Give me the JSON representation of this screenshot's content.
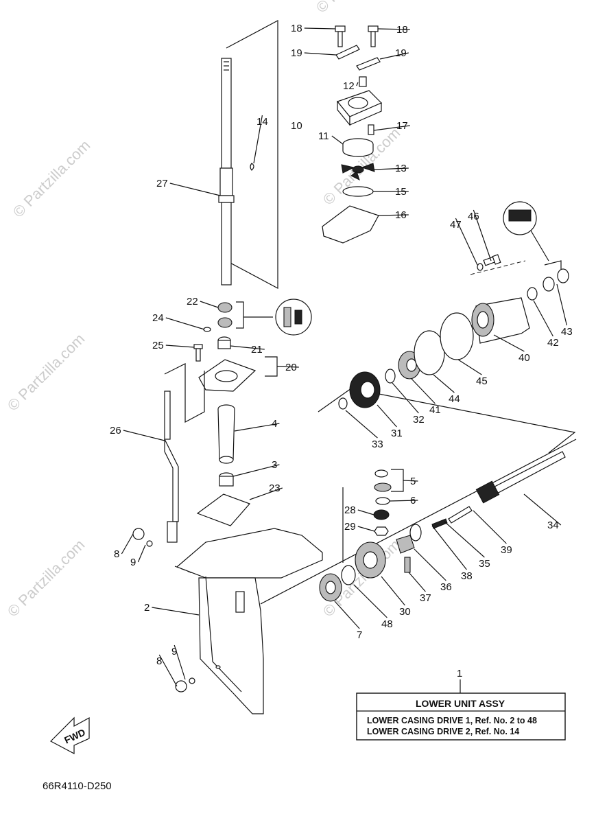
{
  "watermark": "© Partzilla.com",
  "diagram_code": "66R4110-D250",
  "fwd_label": "FWD",
  "legend": {
    "ref_number": "1",
    "title": "LOWER UNIT ASSY",
    "line1": "LOWER CASING DRIVE 1,  Ref. No. 2 to 48",
    "line2": "LOWER CASING DRIVE 2,  Ref. No. 14"
  },
  "callouts": [
    "18",
    "18",
    "19",
    "19",
    "12",
    "10",
    "17",
    "11",
    "14",
    "13",
    "27",
    "15",
    "16",
    "46",
    "47",
    "43",
    "22",
    "24",
    "42",
    "21",
    "25",
    "20",
    "40",
    "45",
    "44",
    "41",
    "32",
    "26",
    "4",
    "31",
    "33",
    "3",
    "5",
    "23",
    "6",
    "28",
    "34",
    "29",
    "8",
    "9",
    "39",
    "38",
    "35",
    "36",
    "37",
    "30",
    "2",
    "48",
    "7",
    "9",
    "8"
  ]
}
